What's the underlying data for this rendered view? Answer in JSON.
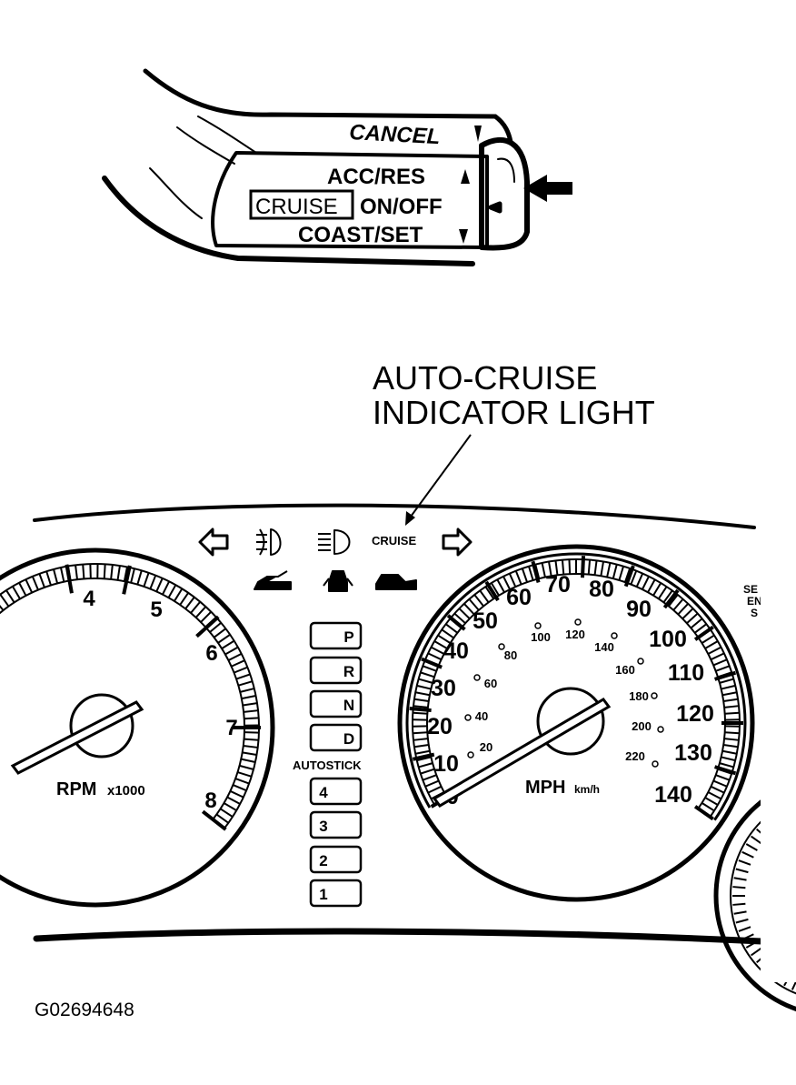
{
  "stalk": {
    "cancel_label": "CANCEL",
    "acc_res_label": "ACC/RES",
    "cruise_label": "CRUISE",
    "on_off_label": "ON/OFF",
    "coast_set_label": "COAST/SET"
  },
  "callout": {
    "line1": "AUTO-CRUISE",
    "line2": "INDICATOR LIGHT"
  },
  "indicators": {
    "cruise_label": "CRUISE",
    "icons": [
      "left-turn-arrow-icon",
      "fog-light-icon",
      "headlight-icon",
      "right-turn-arrow-icon",
      "car-hood-icon",
      "door-ajar-icon",
      "car-trunk-icon"
    ]
  },
  "tachometer": {
    "label": "RPM",
    "unit_label": "x1000",
    "ticks": [
      "4",
      "5",
      "6",
      "7",
      "8"
    ]
  },
  "gear_selector": {
    "gears": [
      "P",
      "R",
      "N",
      "D"
    ],
    "autostick_label": "AUTOSTICK",
    "manual_gears": [
      "4",
      "3",
      "2",
      "1"
    ]
  },
  "speedometer": {
    "label": "MPH",
    "unit_label": "km/h",
    "mph_ticks": [
      "0",
      "10",
      "20",
      "30",
      "40",
      "50",
      "60",
      "70",
      "80",
      "90",
      "100",
      "110",
      "120",
      "130",
      "140"
    ],
    "kmh_ticks": [
      "20",
      "40",
      "60",
      "80",
      "100",
      "120",
      "140",
      "160",
      "180",
      "200",
      "220"
    ]
  },
  "side_gauge": {
    "labels": [
      "SE",
      "EN",
      "S"
    ]
  },
  "figure_id": "G02694648"
}
